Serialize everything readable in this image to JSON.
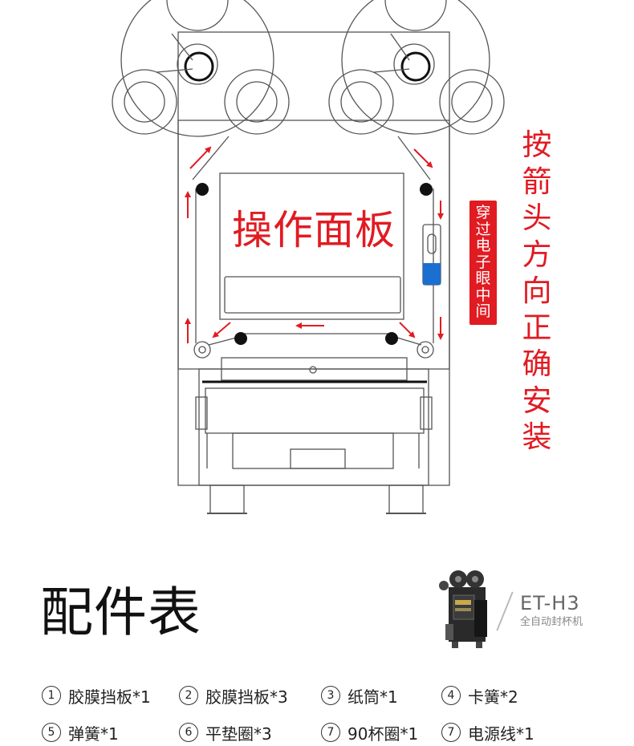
{
  "diagram": {
    "panel_label": "操作面板",
    "eye_label": "穿过电子眼中间",
    "instruction": "按箭头方向正确安装",
    "colors": {
      "arrow": "#e11b22",
      "outline": "#555555",
      "sensor": "#1a6fd1"
    }
  },
  "parts_table": {
    "title": "配件表",
    "model": "ET-H3",
    "model_subtitle": "全自动封杯机",
    "items": [
      {
        "num": "1",
        "label": "胶膜挡板*1"
      },
      {
        "num": "2",
        "label": "胶膜挡板*3"
      },
      {
        "num": "3",
        "label": "纸筒*1"
      },
      {
        "num": "4",
        "label": "卡簧*2"
      },
      {
        "num": "5",
        "label": "弹簧*1"
      },
      {
        "num": "6",
        "label": "平垫圈*3"
      },
      {
        "num": "7",
        "label": "90杯圈*1"
      },
      {
        "num": "7",
        "label": "电源线*1"
      }
    ]
  }
}
